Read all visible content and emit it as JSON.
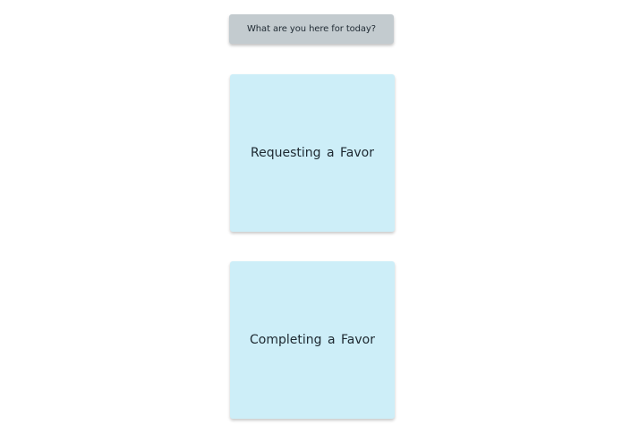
{
  "prompt": {
    "text": "What are you here for today?"
  },
  "choices": [
    {
      "label": "Requesting a Favor"
    },
    {
      "label": "Completing a Favor"
    }
  ],
  "colors": {
    "prompt_background": "#c3cbcf",
    "card_background": "#cdeef8",
    "text": "#1d2830"
  }
}
